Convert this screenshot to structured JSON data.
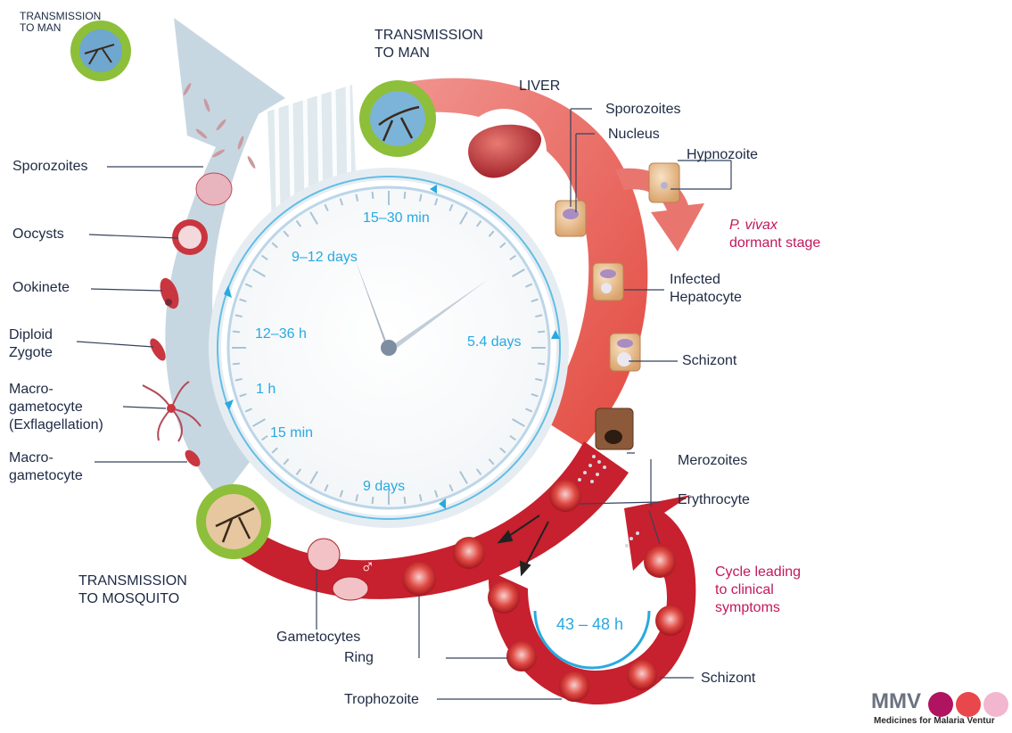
{
  "diagram": {
    "transmission_small": [
      "TRANSMISSION",
      "TO MAN"
    ],
    "transmission_top": [
      "TRANSMISSION",
      "TO MAN"
    ],
    "transmission_mosquito": [
      "TRANSMISSION",
      "TO MOSQUITO"
    ],
    "liver": "LIVER",
    "mosquito_stage_labels": {
      "sporozoites": "Sporozoites",
      "oocysts": "Oocysts",
      "ookinete": "Ookinete",
      "diploid_zygote": [
        "Diploid",
        "Zygote"
      ],
      "macro_exflag": [
        "Macro-",
        "gametocyte",
        "(Exflagellation)"
      ],
      "macro": [
        "Macro-",
        "gametocyte"
      ]
    },
    "liver_stage_labels": {
      "sporozoites": "Sporozoites",
      "nucleus": "Nucleus",
      "hypnozoite": "Hypnozoite",
      "vivax_species": "P. vivax",
      "vivax_stage": "dormant stage",
      "infected_hepatocyte": [
        "Infected",
        "Hepatocyte"
      ],
      "schizont": "Schizont"
    },
    "blood_stage_labels": {
      "merozoites": "Merozoites",
      "erythrocyte": "Erythrocyte",
      "cycle": [
        "Cycle leading",
        "to clinical",
        "symptoms"
      ],
      "cycle_time": "43 – 48 h",
      "schizont": "Schizont",
      "gametocytes": "Gametocytes",
      "ring": "Ring",
      "trophozoite": "Trophozoite",
      "female_symbol": "♀",
      "male_symbol": "♂"
    },
    "clock_labels": {
      "t1": "15–30 min",
      "t2": "9–12 days",
      "t3": "12–36 h",
      "t4": "1 h",
      "t5": "15 min",
      "t6": "9 days",
      "t7": "5.4 days"
    },
    "logo": {
      "text": "MMV",
      "subtitle": "Medicines for Malaria Ventur"
    },
    "colors": {
      "mosquito_band": "#c7d7e1",
      "liver_band": "#ee8a86",
      "blood_band": "#c7202e",
      "clock_text": "#29a9e0",
      "label_text": "#1e2a44",
      "accent_text": "#c2185b",
      "badge_green": "#8dbf3a",
      "logo_dot1": "#b0135f",
      "logo_dot2": "#e8474c",
      "logo_dot3": "#f2b6cf"
    }
  }
}
